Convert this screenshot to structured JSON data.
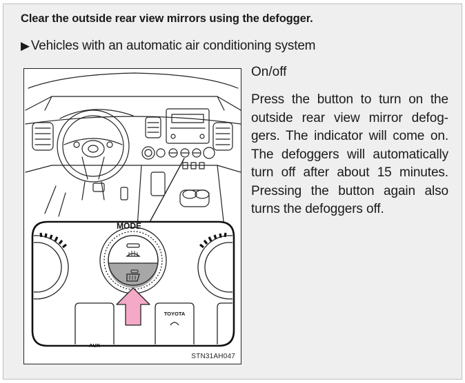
{
  "section": {
    "heading": "Clear the outside rear view mirrors using the defogger.",
    "subheading_marker": "▶",
    "subheading": "Vehicles with an automatic air conditioning system"
  },
  "figure": {
    "panel_label": "MODE",
    "brand_label": "TOYOTA",
    "partial_label": "AUX",
    "code": "STN31AH047"
  },
  "button_label": "On/off",
  "description": "Press the button to turn on the outside rear view mirror defog­gers. The indicator will come on. The defoggers will auto­matically turn off after about 15 minutes. Pressing the but­ton again also turns the defog­gers off."
}
